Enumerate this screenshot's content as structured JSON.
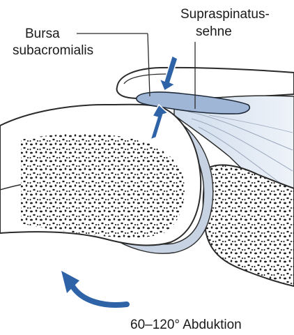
{
  "labels": {
    "bursa_line1": "Bursa",
    "bursa_line2": "subacromialis",
    "supraspinatus_line1": "Supraspinatus-",
    "supraspinatus_line2": "sehne",
    "abduction": "60–120° Abduktion"
  },
  "icons": {
    "compression_arrows": "pressure-arrow-icon",
    "rotation_arrow": "curved-arrow-icon"
  },
  "colors": {
    "bone_outline": "#2a2a2a",
    "bursa": "#9fb6d6",
    "cartilage": "#c7d3e3",
    "tendon": "#dbe6f2",
    "arrow_blue": "#2f63a8",
    "speckle": "#1f1f1f"
  }
}
